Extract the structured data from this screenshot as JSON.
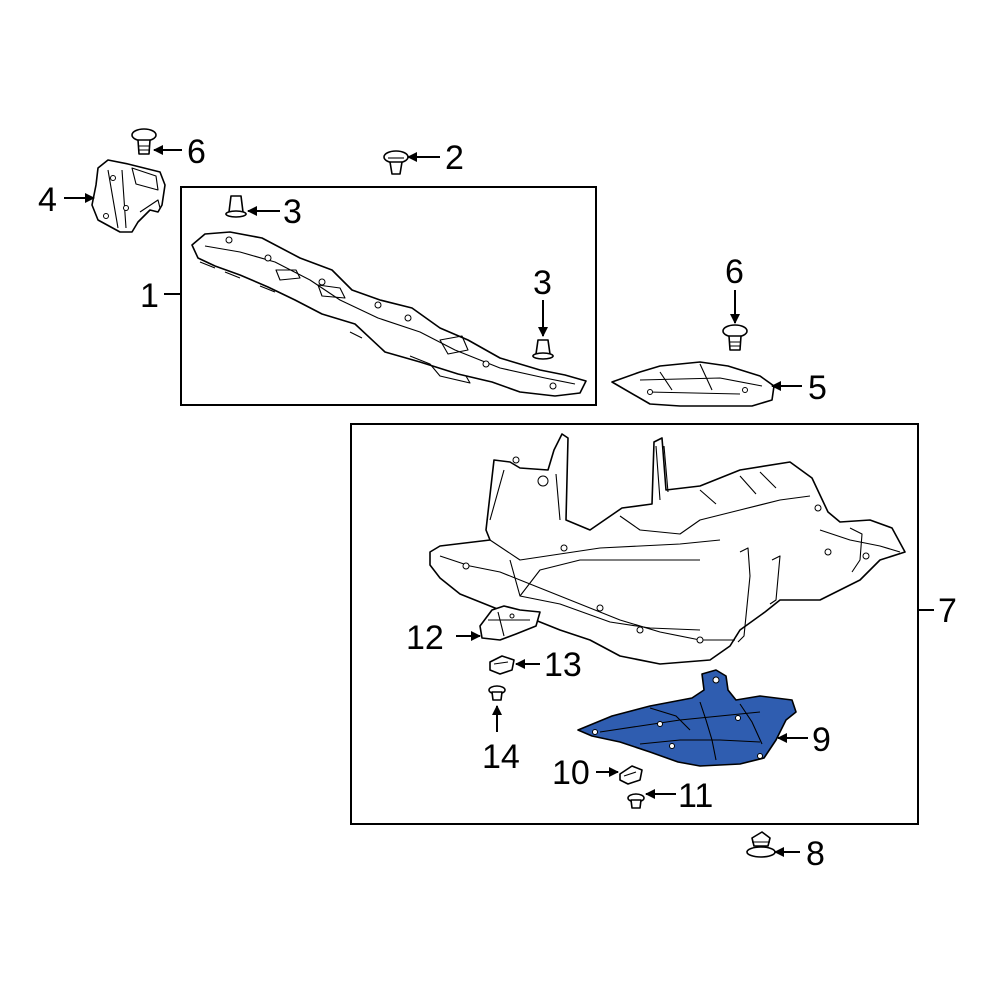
{
  "callouts": [
    {
      "id": "1",
      "label": "1"
    },
    {
      "id": "2",
      "label": "2"
    },
    {
      "id": "3a",
      "label": "3"
    },
    {
      "id": "3b",
      "label": "3"
    },
    {
      "id": "4",
      "label": "4"
    },
    {
      "id": "5",
      "label": "5"
    },
    {
      "id": "6a",
      "label": "6"
    },
    {
      "id": "6b",
      "label": "6"
    },
    {
      "id": "7",
      "label": "7"
    },
    {
      "id": "8",
      "label": "8"
    },
    {
      "id": "9",
      "label": "9"
    },
    {
      "id": "10",
      "label": "10"
    },
    {
      "id": "11",
      "label": "11"
    },
    {
      "id": "12",
      "label": "12"
    },
    {
      "id": "13",
      "label": "13"
    },
    {
      "id": "14",
      "label": "14"
    }
  ],
  "colors": {
    "highlight_fill": "#2F5DB0",
    "line": "#000000",
    "background": "#FFFFFF"
  }
}
